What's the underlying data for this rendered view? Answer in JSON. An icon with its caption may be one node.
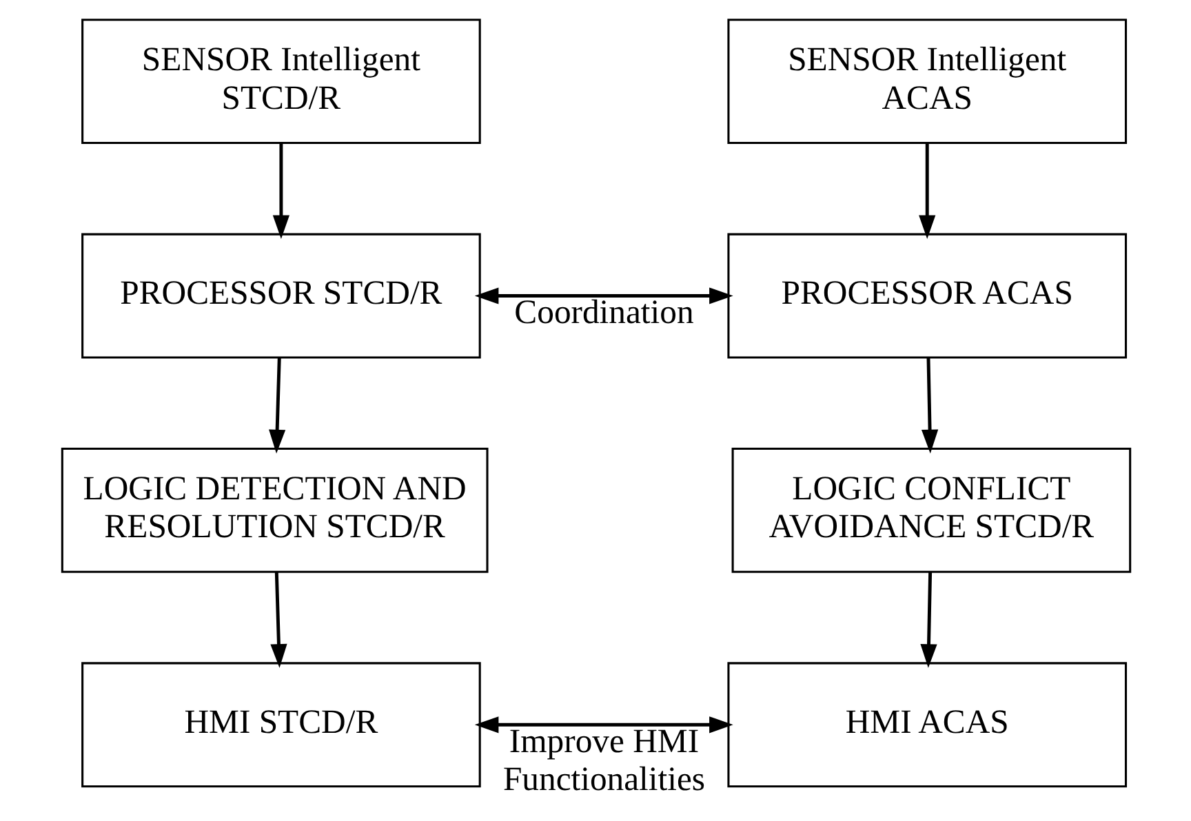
{
  "diagram": {
    "nodes": [
      {
        "text": [
          "SENSOR Intelligent STCD/R"
        ]
      },
      {
        "text": [
          "SENSOR Intelligent ACAS"
        ]
      },
      {
        "text": [
          "PROCESSOR STCD/R"
        ]
      },
      {
        "text": [
          "PROCESSOR ACAS"
        ]
      },
      {
        "text": [
          "LOGIC DETECTION AND RESOLUTION STCD/R"
        ]
      },
      {
        "text": [
          "LOGIC CONFLICT AVOIDANCE STCD/R"
        ]
      },
      {
        "text": [
          "HMI STCD/R"
        ]
      },
      {
        "text": [
          "HMI ACAS"
        ]
      }
    ],
    "edges": [
      {
        "from": 0,
        "to": 2,
        "arrow": "to"
      },
      {
        "from": 1,
        "to": 3,
        "arrow": "to"
      },
      {
        "from": 2,
        "to": 3,
        "arrow": "both",
        "label": "Coordination"
      },
      {
        "from": 2,
        "to": 4,
        "arrow": "to"
      },
      {
        "from": 3,
        "to": 5,
        "arrow": "to"
      },
      {
        "from": 4,
        "to": 6,
        "arrow": "to"
      },
      {
        "from": 5,
        "to": 7,
        "arrow": "to"
      },
      {
        "from": 6,
        "to": 7,
        "arrow": "both",
        "label": "Improve HMI Functionalities"
      }
    ]
  }
}
